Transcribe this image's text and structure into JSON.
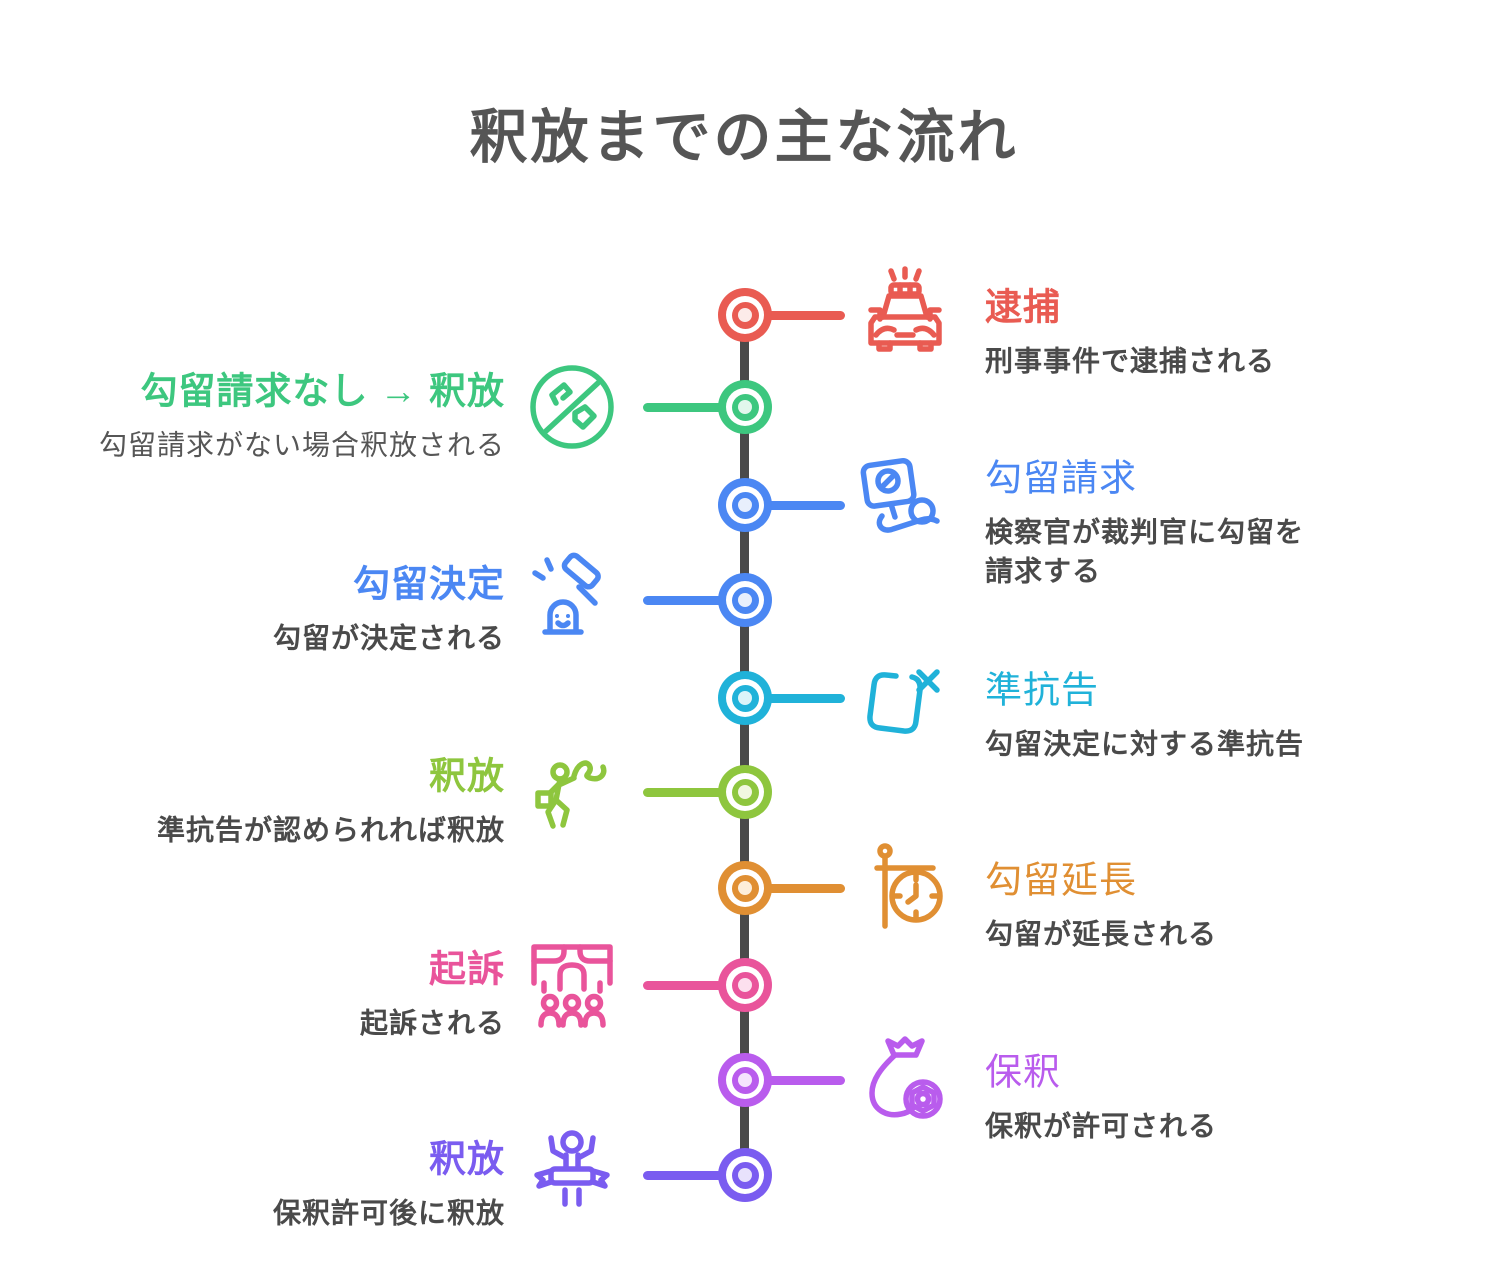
{
  "title": "釈放までの主な流れ",
  "timeline": {
    "line_color": "#4a4a4a",
    "background": "#ffffff",
    "title_color": "#555555",
    "desc_color": "#4a4a4a"
  },
  "steps": [
    {
      "title": "逮捕",
      "desc": [
        "刑事事件で逮捕される"
      ],
      "side": "right",
      "color": "#e95b52",
      "pale": "#fcebe9",
      "title_bold": true,
      "desc_bold": true,
      "icon": "police-car-icon"
    },
    {
      "title": "勾留請求なし → 釈放",
      "desc": [
        "勾留請求がない場合釈放される"
      ],
      "side": "left",
      "color": "#3dc77f",
      "pale": "#e2f7ec",
      "title_bold": true,
      "desc_bold": false,
      "icon": "no-gun-icon"
    },
    {
      "title": "勾留請求",
      "desc": [
        "検察官が裁判官に勾留を",
        "請求する"
      ],
      "side": "right",
      "color": "#4b87f3",
      "pale": "#e8effc",
      "title_bold": false,
      "desc_bold": true,
      "icon": "prohibition-sign-holder-icon"
    },
    {
      "title": "勾留決定",
      "desc": [
        "勾留が決定される"
      ],
      "side": "left",
      "color": "#4b87f3",
      "pale": "#e8effc",
      "title_bold": true,
      "desc_bold": true,
      "icon": "gavel-icon"
    },
    {
      "title": "準抗告",
      "desc": [
        "勾留決定に対する準抗告"
      ],
      "side": "right",
      "color": "#20b2d9",
      "pale": "#dcf4f9",
      "title_bold": false,
      "desc_bold": true,
      "icon": "rejected-document-icon"
    },
    {
      "title": "釈放",
      "desc": [
        "準抗告が認められれば釈放"
      ],
      "side": "left",
      "color": "#8ec63e",
      "pale": "#f1f7e0",
      "title_bold": true,
      "desc_bold": true,
      "icon": "running-free-icon"
    },
    {
      "title": "勾留延長",
      "desc": [
        "勾留が延長される"
      ],
      "side": "right",
      "color": "#e08f33",
      "pale": "#fdeeda",
      "title_bold": false,
      "desc_bold": true,
      "icon": "hanging-clock-icon"
    },
    {
      "title": "起訴",
      "desc": [
        "起訴される"
      ],
      "side": "left",
      "color": "#e9549b",
      "pale": "#fce0ee",
      "title_bold": true,
      "desc_bold": true,
      "icon": "courtroom-icon"
    },
    {
      "title": "保釈",
      "desc": [
        "保釈が許可される"
      ],
      "side": "right",
      "color": "#b95ced",
      "pale": "#f5e4fd",
      "title_bold": false,
      "desc_bold": true,
      "icon": "money-bag-icon"
    },
    {
      "title": "釈放",
      "desc": [
        "保釈許可後に釈放"
      ],
      "side": "left",
      "color": "#7a5cf0",
      "pale": "#e8e2fc",
      "title_bold": true,
      "desc_bold": true,
      "icon": "finish-line-icon"
    }
  ]
}
